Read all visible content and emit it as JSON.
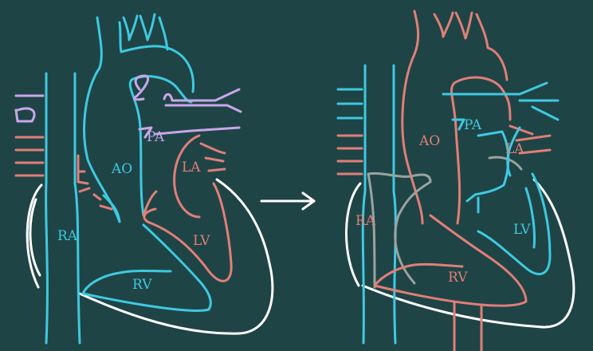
{
  "colors": {
    "background": "#1f4446",
    "cyan": "#3ec9e0",
    "salmon": "#e07f78",
    "lilac": "#c9a6e8",
    "white": "#ffffff",
    "gray": "#9aa39f"
  },
  "before": {
    "labels": {
      "pa": "PA",
      "ao": "AO",
      "la": "LA",
      "ra": "RA",
      "lv": "LV",
      "rv": "RV"
    }
  },
  "after": {
    "labels": {
      "pa": "PA",
      "ao": "AO",
      "la": "LA",
      "ra": "RA",
      "lv": "LV",
      "rv": "RV"
    }
  },
  "transition_arrow": "right-arrow"
}
